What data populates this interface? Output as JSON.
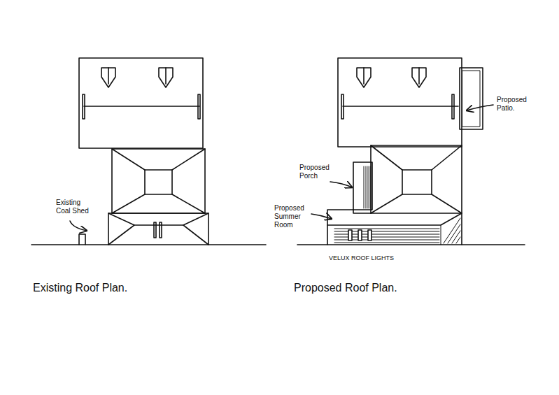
{
  "diagram": {
    "labels": [
      "Existing Coal Shed",
      "Existing Roof Plan.",
      "Proposed Patio.",
      "Proposed Porch",
      "Proposed Summer Room",
      "VELUX ROOF LIGHTS",
      "Proposed Roof Plan."
    ]
  }
}
